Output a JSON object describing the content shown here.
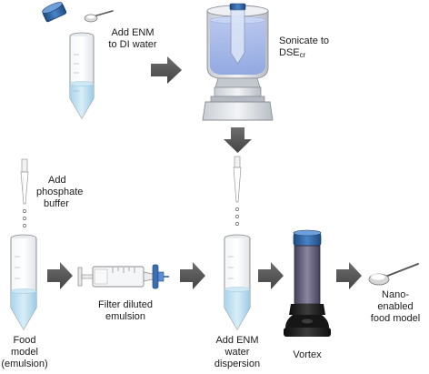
{
  "steps": {
    "add_enm_line1": "Add ENM",
    "add_enm_line2": "to DI water",
    "sonicate_line1": "Sonicate to",
    "sonicate_line2_main": "DSE",
    "sonicate_line2_sub": "cr",
    "add_buffer_line1": "Add",
    "add_buffer_line2": "phosphate",
    "add_buffer_line3": "buffer",
    "food_model_line1": "Food",
    "food_model_line2": "model",
    "food_model_line3": "(emulsion)",
    "filter_line1": "Filter diluted",
    "filter_line2": "emulsion",
    "add_dispersion_line1": "Add ENM",
    "add_dispersion_line2": "water",
    "add_dispersion_line3": "dispersion",
    "vortex": "Vortex",
    "result_line1": "Nano-",
    "result_line2": "enabled",
    "result_line3": "food model"
  },
  "colors": {
    "arrow": "#5a5a5a",
    "tube_liquid": "#bfe0f0",
    "cap_blue": "#2a5fa0",
    "sonicator_water": "#9fb4e6",
    "vortex_body": "#1e1e1e",
    "vortex_liquid": "#5a5670"
  }
}
